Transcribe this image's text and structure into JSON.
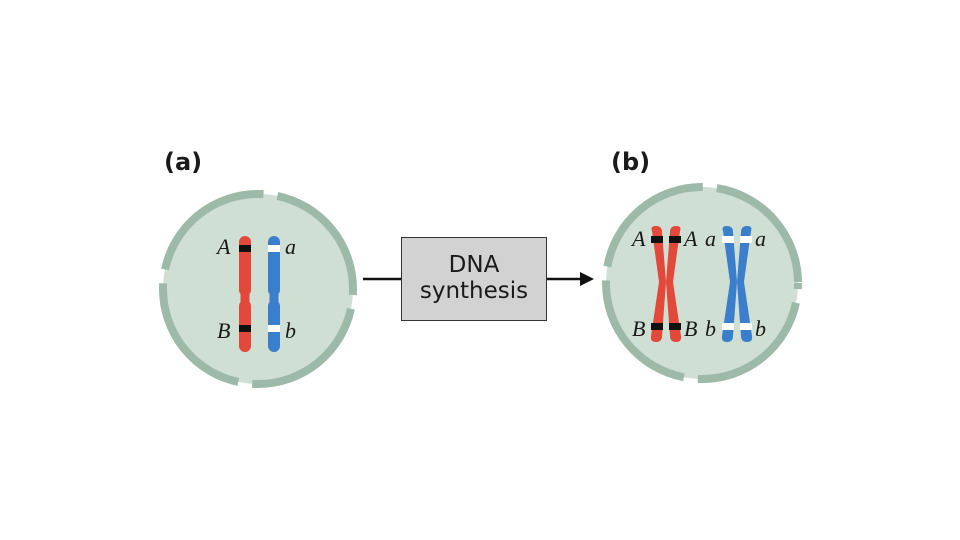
{
  "panels": {
    "a": {
      "label": "(a)",
      "alleles": {
        "top_left": "A",
        "top_right": "a",
        "bottom_left": "B",
        "bottom_right": "b"
      }
    },
    "b": {
      "label": "(b)",
      "alleles": {
        "top": [
          "A",
          "A",
          "a",
          "a"
        ],
        "bottom": [
          "B",
          "B",
          "b",
          "b"
        ]
      }
    }
  },
  "process_box": {
    "line1": "DNA",
    "line2": "synthesis"
  },
  "colors": {
    "cell_fill": "#cfdfd3",
    "cell_border": "#9dbaa8",
    "maternal": "#e2493a",
    "paternal": "#3b7fcc",
    "locus_dark": "#111111",
    "locus_light": "#ffffff"
  }
}
